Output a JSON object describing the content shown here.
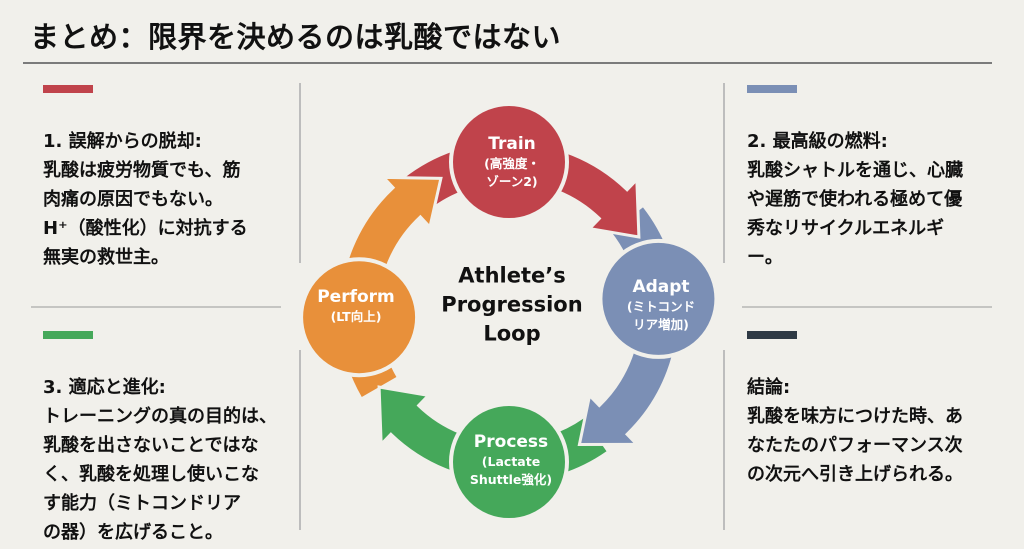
{
  "title": "まとめ：限界を決めるのは乳酸ではない",
  "colors": {
    "background": "#f1f0eb",
    "train": "#c0434b",
    "adapt": "#7b8fb5",
    "process": "#45a85a",
    "perform": "#e8903a",
    "conclusion": "#2f3a45"
  },
  "sections": [
    {
      "id": "misconception",
      "heading": "1. 誤解からの脱却:",
      "body": "乳酸は疲労物質でも、筋\n肉痛の原因でもない。\nH⁺（酸性化）に対抗する\n無実の救世主。",
      "accent": "#c0434b"
    },
    {
      "id": "fuel",
      "heading": "2. 最高級の燃料:",
      "body": "乳酸シャトルを通じ、心臓\nや遅筋で使われる極めて優\n秀なリサイクルエネルギ\nー。",
      "accent": "#7b8fb5"
    },
    {
      "id": "adaptation",
      "heading": "3. 適応と進化:",
      "body": "トレーニングの真の目的は、\n乳酸を出さないことではな\nく、乳酸を処理し使いこな\nす能力（ミトコンドリア\nの器）を広げること。",
      "accent": "#45a85a"
    },
    {
      "id": "conclusion",
      "heading": "結論:",
      "body": "乳酸を味方につけた時、あ\nなたたのパフォーマンス次\nの次元へ引き上げられる。",
      "accent": "#2f3a45"
    }
  ],
  "loop": {
    "center_label": "Athlete’s\nProgression\nLoop",
    "nodes": [
      {
        "id": "train",
        "label": "Train",
        "sub": "(高強度・\nゾーン2)",
        "color": "#c0434b"
      },
      {
        "id": "adapt",
        "label": "Adapt",
        "sub": "(ミトコンド\nリア増加)",
        "color": "#7b8fb5"
      },
      {
        "id": "process",
        "label": "Process",
        "sub": "(Lactate\nShuttle強化)",
        "color": "#45a85a"
      },
      {
        "id": "perform",
        "label": "Perform",
        "sub": "(LT向上)",
        "color": "#e8903a"
      }
    ]
  }
}
